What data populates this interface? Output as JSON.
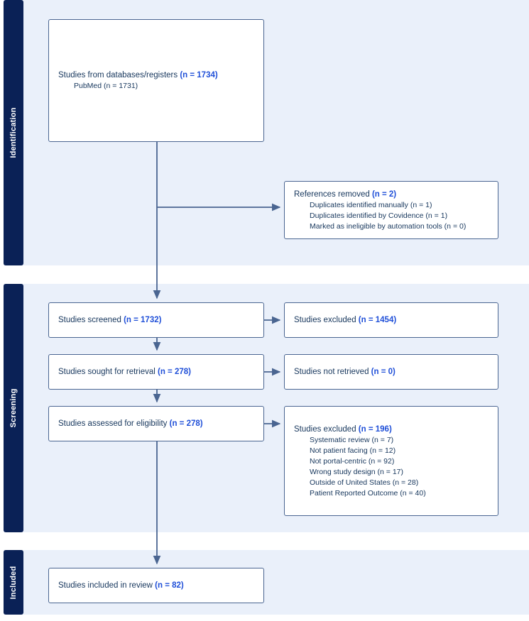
{
  "diagram": {
    "type": "PRISMA 2020 flow diagram",
    "colors": {
      "band_background": "#eaf0fa",
      "tab_navy": "#0a2156",
      "box_border": "#4a6591",
      "label_text": "#16365c",
      "count_text": "#1f4fd8",
      "page_background": "#ffffff"
    }
  },
  "sections": {
    "identification": {
      "label": "Identification"
    },
    "screening": {
      "label": "Screening"
    },
    "included": {
      "label": "Included"
    }
  },
  "boxes": {
    "databases": {
      "title": "Studies from databases/registers ",
      "count": "(n = 1734)",
      "sub_items": [
        "PubMed (n = 1731)"
      ]
    },
    "references_removed": {
      "title": "References removed ",
      "count": "(n = 2)",
      "sub_items": [
        "Duplicates identified manually (n = 1)",
        "Duplicates identified by Covidence (n = 1)",
        "Marked as ineligible by automation tools (n = 0)"
      ]
    },
    "studies_screened": {
      "title": "Studies screened ",
      "count": "(n = 1732)"
    },
    "studies_excluded_screening": {
      "title": "Studies excluded ",
      "count": "(n = 1454)"
    },
    "studies_sought": {
      "title": "Studies sought for retrieval ",
      "count": "(n = 278)"
    },
    "studies_not_retrieved": {
      "title": "Studies not retrieved ",
      "count": "(n = 0)"
    },
    "studies_assessed": {
      "title": "Studies assessed for eligibility ",
      "count": "(n = 278)"
    },
    "studies_excluded_eligibility": {
      "title": "Studies excluded ",
      "count": "(n = 196)",
      "sub_items": [
        "Systematic review (n = 7)",
        "Not patient facing (n = 12)",
        "Not portal-centric (n = 92)",
        "Wrong study design (n = 17)",
        "Outside of United States (n = 28)",
        "Patient Reported Outcome (n = 40)"
      ]
    },
    "studies_included": {
      "title": "Studies included in review ",
      "count": "(n = 82)"
    }
  }
}
